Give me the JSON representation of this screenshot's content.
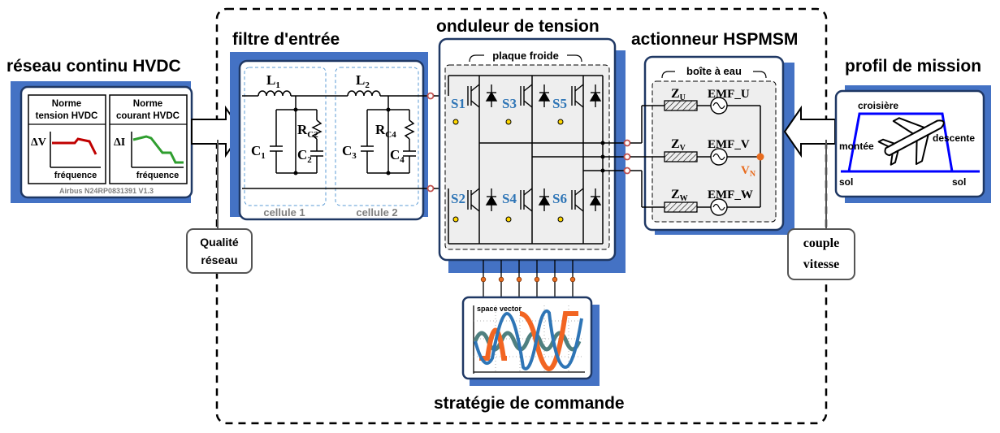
{
  "titles": {
    "grid": "réseau continu HVDC",
    "filter": "filtre d'entrée",
    "inverter": "onduleur de tension",
    "actuator": "actionneur HSPMSM",
    "mission": "profil de mission",
    "control": "stratégie de commande"
  },
  "grid": {
    "norm_voltage": [
      "Norme",
      "tension HVDC"
    ],
    "norm_current": [
      "Norme",
      "courant HVDC"
    ],
    "delta_v": "ΔV",
    "delta_i": "ΔI",
    "freq": "fréquence",
    "reference": "Airbus N24RP0831391 V1.3"
  },
  "filter": {
    "cell1": "cellule 1",
    "cell2": "cellule 2",
    "L1": "L",
    "L1_sub": "1",
    "L2": "L",
    "L2_sub": "2",
    "R": "R",
    "RC2_sub": "C2",
    "RC4_sub": "C4",
    "C1": "C",
    "C1_sub": "1",
    "C2": "C",
    "C2_sub": "2",
    "C3": "C",
    "C3_sub": "3",
    "C4": "C",
    "C4_sub": "4"
  },
  "inverter": {
    "cold_plate": "plaque froide",
    "switches": [
      "S1",
      "S3",
      "S5",
      "S2",
      "S4",
      "S6"
    ]
  },
  "actuator": {
    "water_box": "boîte à eau",
    "Z": "Z",
    "ZU_sub": "U",
    "ZV_sub": "V",
    "ZW_sub": "W",
    "emf_u": "EMF_U",
    "emf_v": "EMF_V",
    "emf_w": "EMF_W",
    "vn": "V",
    "vn_sub": "N"
  },
  "mission": {
    "cruise": "croisière",
    "climb": "montée",
    "descent": "descente",
    "ground_left": "sol",
    "ground_right": "sol"
  },
  "control": {
    "space_vector": "space vector"
  },
  "callouts": {
    "quality": [
      "Qualité",
      "réseau"
    ],
    "torque_speed": [
      "couple",
      "vitesse"
    ]
  },
  "colors": {
    "shadow_blue": "#4472c4",
    "frame": "#1f3864",
    "switch_label": "#2e75b6",
    "node_orange": "#e86c1f",
    "red_curve": "#c00000",
    "green_curve": "#2f9e2f",
    "mission_blue": "#0000ff",
    "wave_orange": "#f26522",
    "wave_blue": "#2e75b6",
    "wave_teal": "#4f8080"
  },
  "icons": {
    "arrow_in_left": "hollow-arrow-right-icon",
    "arrow_in_right": "hollow-arrow-left-icon",
    "airplane": "airplane-icon",
    "sine_source": "ac-source-icon"
  }
}
